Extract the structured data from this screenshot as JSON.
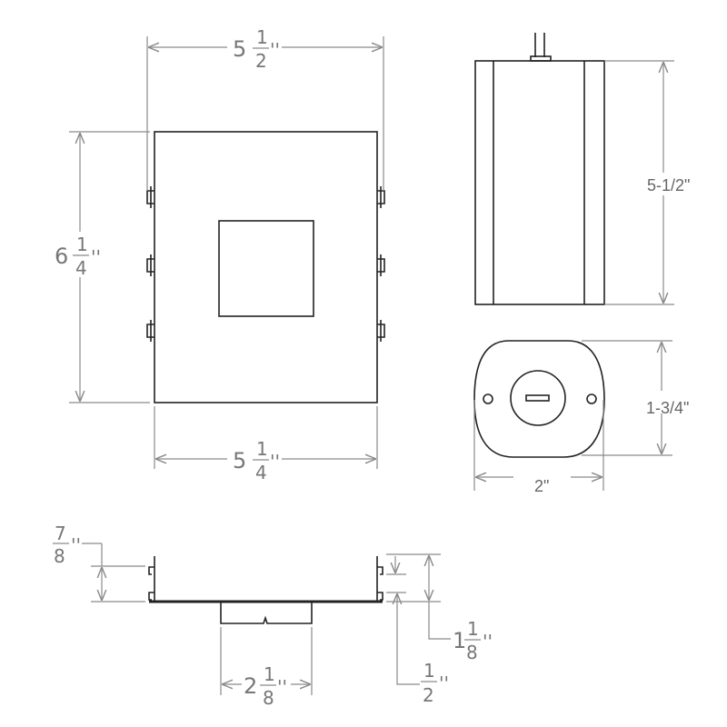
{
  "front_view": {
    "width_top": {
      "whole": "5",
      "num": "1",
      "den": "2",
      "unit": "''"
    },
    "height_left": {
      "whole": "6",
      "num": "1",
      "den": "4",
      "unit": "''"
    },
    "width_bottom": {
      "whole": "5",
      "num": "1",
      "den": "4",
      "unit": "''"
    }
  },
  "side_view": {
    "height": "5-1/2\""
  },
  "end_view": {
    "height": "1-3/4\"",
    "width": "2\""
  },
  "section_view": {
    "clip_height": {
      "num": "7",
      "den": "8",
      "unit": "''"
    },
    "total_height": {
      "whole": "1",
      "num": "1",
      "den": "8",
      "unit": "''"
    },
    "offset": {
      "num": "1",
      "den": "2",
      "unit": "''"
    },
    "box_width": {
      "whole": "2",
      "num": "1",
      "den": "8",
      "unit": "''"
    }
  },
  "colors": {
    "object": "#222222",
    "dimension": "#8a8a8a"
  }
}
